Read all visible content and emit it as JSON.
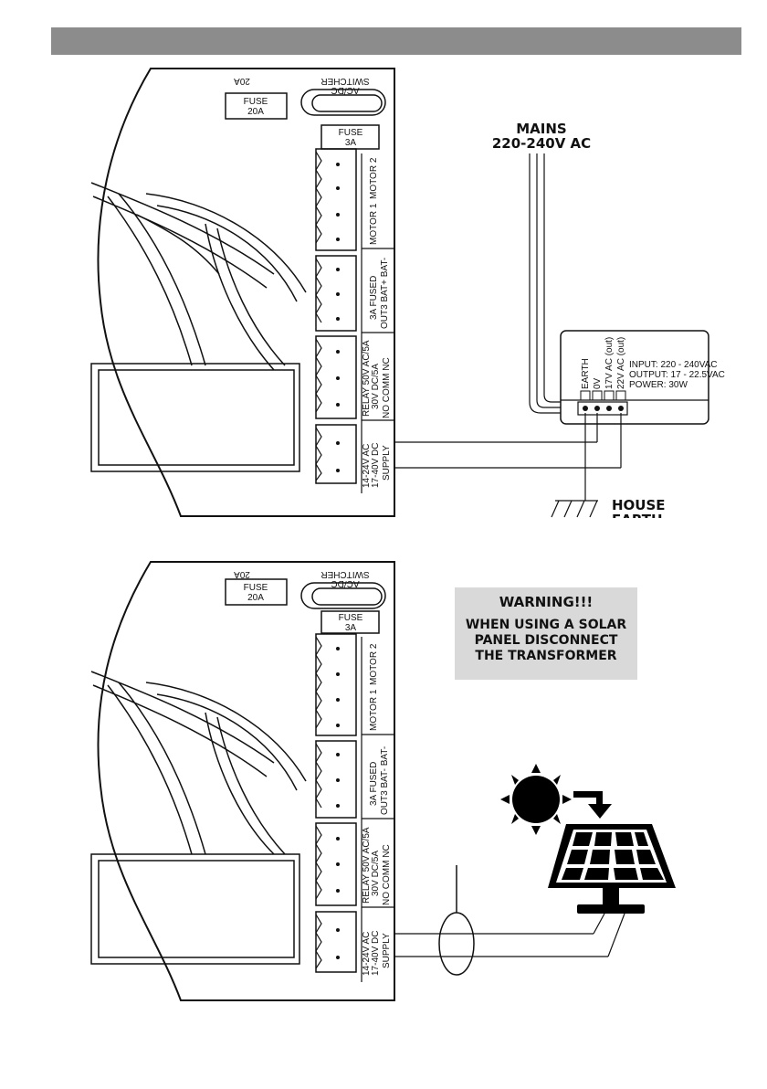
{
  "board": {
    "switcher_label": "AC/DC SWITCHER",
    "switcher_line1": "AC/DC",
    "switcher_line2": "SWITCHER",
    "fuse_top_rating": "20A",
    "fuse_main": {
      "line1": "FUSE",
      "line2": "20A"
    },
    "fuse_small": {
      "line1": "FUSE",
      "line2": "3A"
    },
    "terminals": [
      {
        "id": "motor",
        "line1": "MOTOR 1",
        "line2": "MOTOR 2"
      },
      {
        "id": "out3",
        "line1": "OUT3 BAT+ BAT-",
        "line2": "3A FUSED"
      },
      {
        "id": "relay",
        "line1": "RELAY 50V AC/5A",
        "line2": "30V DC/5A",
        "line3": "NO   COMM   NC"
      },
      {
        "id": "supply",
        "line1": "14-24V AC",
        "line2": "17-40V DC",
        "line3": "SUPPLY"
      }
    ],
    "terminals_lower_out3_line1": "OUT3 BAT- BAT-"
  },
  "top_diagram": {
    "mains_line1": "MAINS",
    "mains_line2": "220-240V AC",
    "transformer": {
      "terminals": [
        "EARTH",
        "0V",
        "17V AC (out)",
        "22V AC (out)"
      ],
      "specs": [
        "INPUT: 220 - 240VAC",
        "OUTPUT: 17 - 22.5VAC",
        "POWER: 30W"
      ]
    },
    "earth_line1": "HOUSE",
    "earth_line2": "EARTH"
  },
  "bottom_diagram": {
    "warning_title": "WARNING!!!",
    "warning_body": "WHEN USING A SOLAR PANEL DISCONNECT THE TRANSFORMER"
  }
}
